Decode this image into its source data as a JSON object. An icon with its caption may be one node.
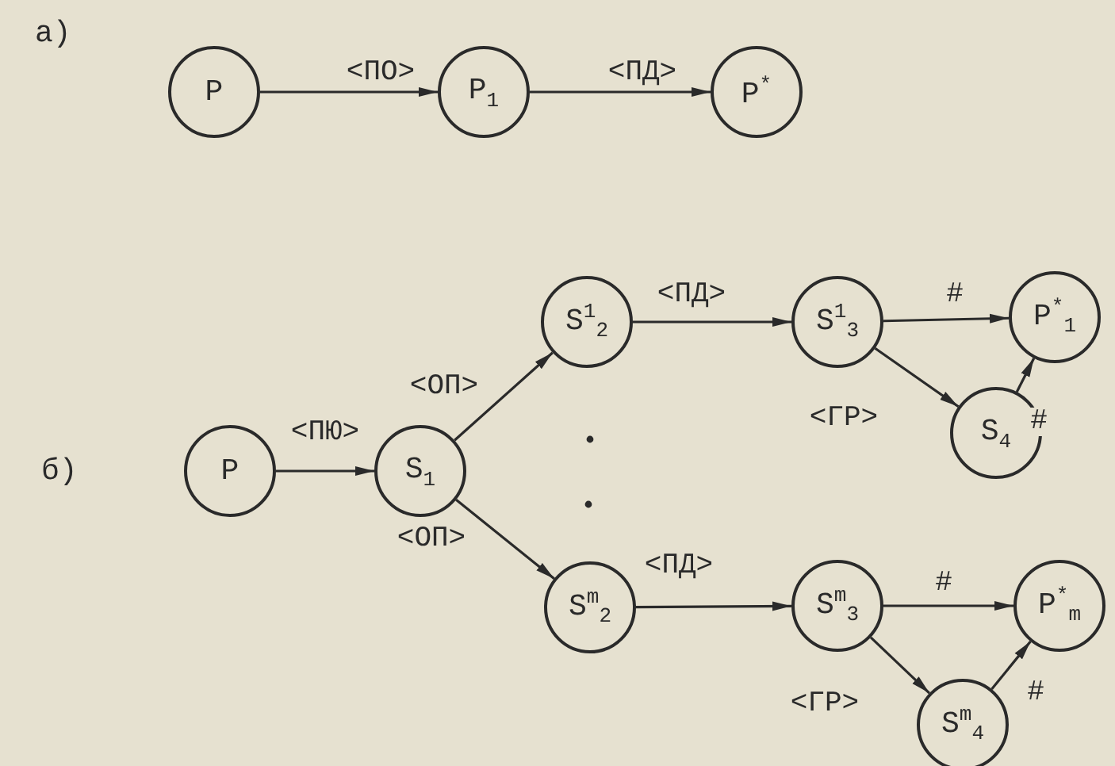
{
  "diagram": {
    "nodes": [
      {
        "text": [
          "P"
        ]
      },
      {
        "text": [
          "P$_{1}$"
        ]
      },
      {
        "text": [
          "P$^{*}$"
        ]
      },
      {
        "text": [
          "S$^{1}$$_{2}$"
        ]
      },
      {
        "text": [
          "S$^{1}$$_{3}$"
        ]
      },
      {
        "text": [
          "P$^{*}$$_{1}$"
        ]
      },
      {
        "text": [
          "S$_{4}$"
        ]
      },
      {
        "text": [
          "P"
        ]
      },
      {
        "text": [
          "S$_{1}$"
        ]
      },
      {
        "text": [
          "S$^{m}$$_{2}$"
        ]
      },
      {
        "text": [
          "S$^{m}$$_{3}$"
        ]
      },
      {
        "text": [
          "P$^{*}$$_{m}$"
        ]
      },
      {
        "text": [
          "S$^{m}$$_{4}$"
        ]
      }
    ],
    "edges": [
      {
        "from": 0,
        "to": 1,
        "arrow": "to",
        "label": "<ПО>"
      },
      {
        "from": 1,
        "to": 2,
        "arrow": "to",
        "label": "<ПД>"
      },
      {
        "from": 7,
        "to": 8,
        "arrow": "to",
        "label": "<ПЮ>"
      },
      {
        "from": 8,
        "to": 3,
        "arrow": "to",
        "label": "<ОП>"
      },
      {
        "from": 8,
        "to": 9,
        "arrow": "to",
        "label": "<ОП>"
      },
      {
        "from": 3,
        "to": 4,
        "arrow": "to",
        "label": "<ПД>"
      },
      {
        "from": 4,
        "to": 5,
        "arrow": "to",
        "label": "#"
      },
      {
        "from": 4,
        "to": 6,
        "arrow": "to",
        "label": "<ГР>"
      },
      {
        "from": 6,
        "to": 5,
        "arrow": "to",
        "label": "#"
      },
      {
        "from": 9,
        "to": 10,
        "arrow": "to",
        "label": "<ПД>"
      },
      {
        "from": 10,
        "to": 11,
        "arrow": "to",
        "label": "#"
      },
      {
        "from": 10,
        "to": 12,
        "arrow": "to",
        "label": "<ГР>"
      },
      {
        "from": 12,
        "to": 11,
        "arrow": "to",
        "label": "#"
      }
    ],
    "labels": [
      "а)",
      "б)"
    ]
  }
}
